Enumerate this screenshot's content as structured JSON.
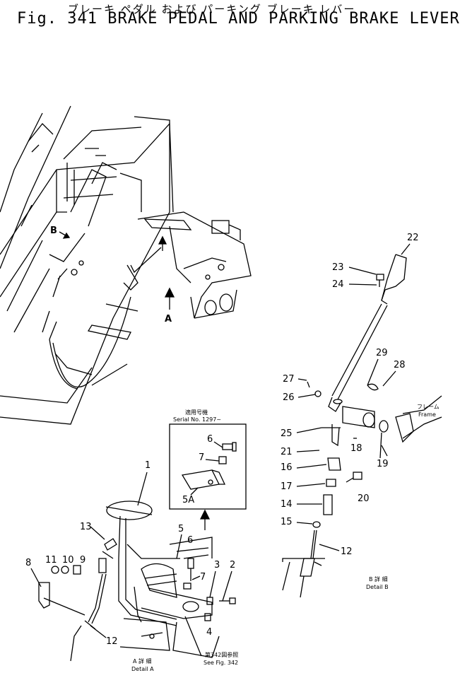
{
  "header": {
    "jp_title": "ブレーキ ペダル および パーキング ブレーキ レバー",
    "fig_title": "Fig. 341   BRAKE PEDAL AND PARKING BRAKE LEVER"
  },
  "markers": {
    "a": "A",
    "b": "B"
  },
  "part_numbers": {
    "p1": "1",
    "p2": "2",
    "p3": "3",
    "p4": "4",
    "p5": "5",
    "p5a": "5A",
    "p6": "6",
    "p6b": "6",
    "p7": "7",
    "p7b": "7",
    "p8": "8",
    "p9": "9",
    "p10": "10",
    "p11": "11",
    "p12": "12",
    "p12b": "12",
    "p13": "13",
    "p14": "14",
    "p15": "15",
    "p16": "16",
    "p17": "17",
    "p18": "18",
    "p19": "19",
    "p20": "20",
    "p21": "21",
    "p22": "22",
    "p23": "23",
    "p24": "24",
    "p25": "25",
    "p26": "26",
    "p27": "27",
    "p28": "28",
    "p29": "29"
  },
  "inset": {
    "jp": "適用号機",
    "serial": "Serial No. 1297~"
  },
  "detail_a": {
    "jp": "A 詳 細",
    "en": "Detail A"
  },
  "detail_b": {
    "jp": "B 詳 細",
    "en": "Detail B"
  },
  "frame_note": {
    "jp": "フレーム",
    "en": "Frame"
  },
  "see_fig": {
    "jp": "第342図参照",
    "en": "See Fig. 342"
  }
}
